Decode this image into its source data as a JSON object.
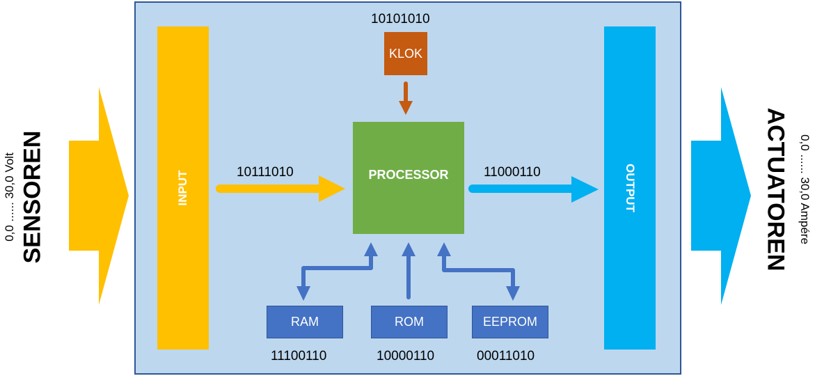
{
  "left": {
    "title": "SENSOREN",
    "range": "0,0 ...... 30,0 Volt"
  },
  "right": {
    "title": "ACTUATOREN",
    "range": "0,0 ...... 30,0 Ampére"
  },
  "blocks": {
    "input": "INPUT",
    "output": "OUTPUT",
    "processor": "PROCESSOR",
    "klok": "KLOK",
    "ram": "RAM",
    "rom": "ROM",
    "eeprom": "EEPROM"
  },
  "codes": {
    "klok": "10101010",
    "input_to_processor": "10111010",
    "processor_to_output": "11000110",
    "ram": "11100110",
    "rom": "10000110",
    "eeprom": "00011010"
  },
  "colors": {
    "input": "#ffc000",
    "output": "#00b0f0",
    "processor": "#70ad47",
    "klok": "#c55a11",
    "memory": "#4472c4",
    "background": "#bdd7ee",
    "border": "#2f5597"
  }
}
